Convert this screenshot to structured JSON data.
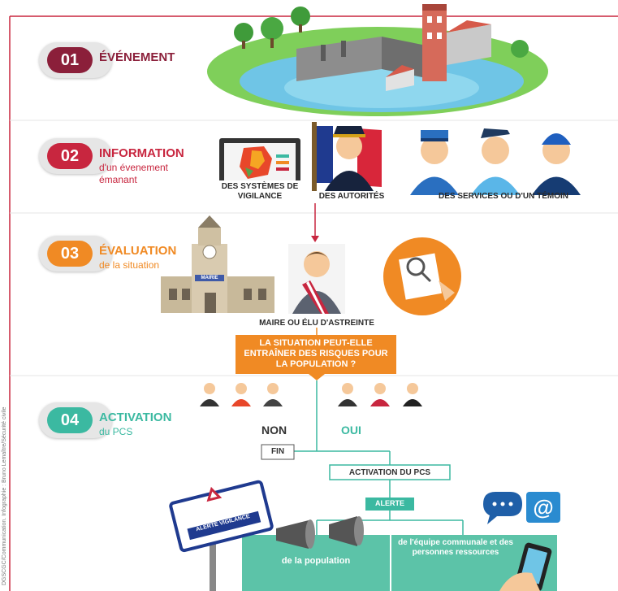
{
  "steps": [
    {
      "num": "01",
      "title": "ÉVÉNEMENT",
      "subtitle": "",
      "color": "#8b1f3a"
    },
    {
      "num": "02",
      "title": "INFORMATION",
      "subtitle": "d'un évenement émanant",
      "color": "#c8263f"
    },
    {
      "num": "03",
      "title": "ÉVALUATION",
      "subtitle": "de la situation",
      "color": "#f08a24"
    },
    {
      "num": "04",
      "title": "ACTIVATION",
      "subtitle": "du PCS",
      "color": "#3bb9a1"
    }
  ],
  "info_sources": {
    "vigilance": "DES SYSTÈMES DE VIGILANCE",
    "authorities": "DES AUTORITÉS",
    "services": "DES SERVICES OU D'UN TÉMOIN"
  },
  "evaluation": {
    "mayor_label": "MAIRE OU ÉLU D'ASTREINTE",
    "question": "LA SITUATION PEUT-ELLE ENTRAÎNER DES RISQUES POUR LA POPULATION ?",
    "town_hall_sign": "MAIRIE"
  },
  "activation": {
    "no": "NON",
    "yes": "OUI",
    "end": "FIN",
    "activation_box": "ACTIVATION DU PCS",
    "alert_box": "ALERTE",
    "population": "de la population",
    "team_pre": "de l'",
    "team_bold": "équipe",
    "team_post": " communale et des personnes ressources",
    "sign": "ALERTE VIGILANCE"
  },
  "credit": "DGSCGC/Communication. Infographie : Bruno Lemaître/Sécurité civile",
  "colors": {
    "accent_line": "#c8263f",
    "orange": "#f08a24",
    "teal": "#3bb9a1"
  }
}
